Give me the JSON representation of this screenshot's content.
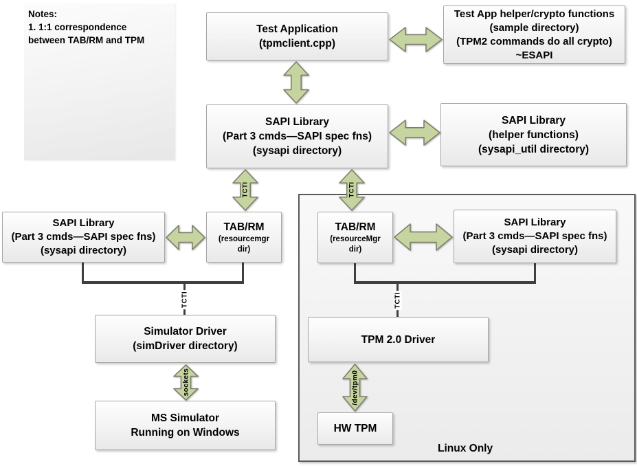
{
  "notes": {
    "title": "Notes:",
    "line1": "1.  1:1 correspondence",
    "line2": "between TAB/RM and TPM"
  },
  "boxes": {
    "test_app": {
      "lines": [
        "Test Application",
        "(tpmclient.cpp)"
      ]
    },
    "test_app_helper": {
      "lines": [
        "Test App helper/crypto functions",
        "(sample directory)",
        "(TPM2 commands do all crypto)",
        "~ESAPI"
      ]
    },
    "sapi_main": {
      "lines": [
        "SAPI Library",
        "(Part 3 cmds—SAPI spec fns)",
        "(sysapi directory)"
      ]
    },
    "sapi_helper": {
      "lines": [
        "SAPI Library",
        "(helper functions)",
        "(sysapi_util directory)"
      ]
    },
    "sapi_sim": {
      "lines": [
        "SAPI Library",
        "(Part 3 cmds—SAPI spec fns)",
        "(sysapi directory)"
      ]
    },
    "tabrm_sim": {
      "title": "TAB/RM",
      "sub1": "(resourcemgr",
      "sub2": "dir)"
    },
    "tabrm_linux": {
      "title": "TAB/RM",
      "sub1": "(resourceMgr",
      "sub2": "dir)"
    },
    "sapi_linux": {
      "lines": [
        "SAPI Library",
        "(Part 3 cmds—SAPI spec fns)",
        "(sysapi directory)"
      ]
    },
    "sim_driver": {
      "lines": [
        "Simulator Driver",
        "(simDriver directory)"
      ]
    },
    "ms_simulator": {
      "lines": [
        "MS Simulator",
        "Running on Windows"
      ]
    },
    "tpm_driver": {
      "lines": [
        "TPM 2.0 Driver"
      ]
    },
    "hw_tpm": {
      "lines": [
        "HW TPM"
      ]
    }
  },
  "labels": {
    "tcti_arrow_left": "TCTI",
    "tcti_arrow_right": "TCTI",
    "tcti_line_left": "TCTI",
    "tcti_line_right": "TCTI",
    "sockets": "sockets",
    "dev_tpm0": "/dev/tpm0",
    "linux_only": "Linux Only"
  },
  "colors": {
    "arrow_fill": "#c6d5a0",
    "arrow_stroke": "#7f7f6e",
    "line": "#3f3f3f"
  }
}
